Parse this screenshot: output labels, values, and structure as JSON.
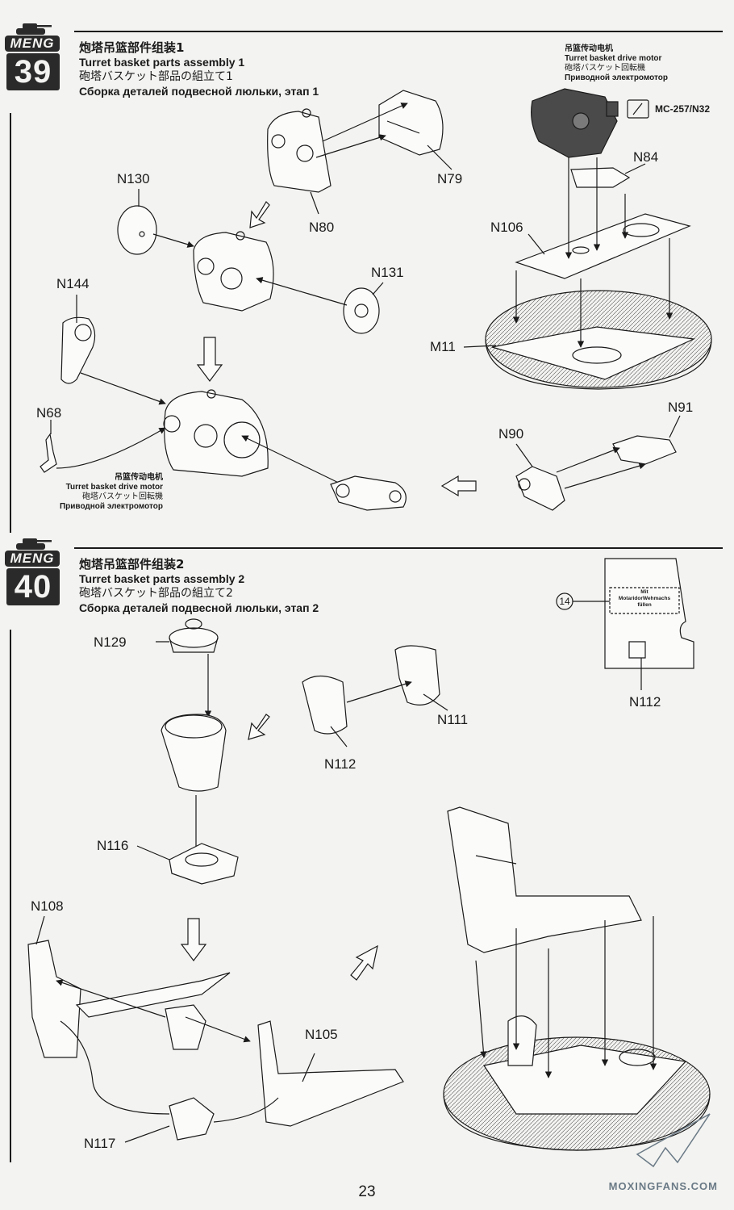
{
  "brand": "MENG",
  "steps": [
    {
      "number": "39",
      "title_zh": "炮塔吊篮部件组装1",
      "title_en": "Turret basket parts assembly 1",
      "title_ja": "砲塔バスケット部品の組立て1",
      "title_ru": "Сборка деталей подвесной люльки, этап 1"
    },
    {
      "number": "40",
      "title_zh": "炮塔吊篮部件组装2",
      "title_en": "Turret basket parts assembly 2",
      "title_ja": "砲塔バスケット部品の組立て2",
      "title_ru": "Сборка деталей подвесной люльки, этап 2"
    }
  ],
  "motor_caption": {
    "zh": "吊篮传动电机",
    "en": "Turret basket drive motor",
    "ja": "砲塔バスケット回転機",
    "ru": "Приводной электромотор"
  },
  "paint_code": "MC-257/N32",
  "part_labels_39": {
    "n130": "N130",
    "n80": "N80",
    "n79": "N79",
    "n84": "N84",
    "n106": "N106",
    "n131": "N131",
    "n144": "N144",
    "m11": "M11",
    "n68": "N68",
    "n90": "N90",
    "n91": "N91"
  },
  "part_labels_40": {
    "n129": "N129",
    "n111": "N111",
    "n112_a": "N112",
    "n112_b": "N112",
    "n116": "N116",
    "n108": "N108",
    "n105": "N105",
    "n117": "N117"
  },
  "decal": {
    "number": "14",
    "text_line1": "Mit",
    "text_line2": "MotaridorWehmachs",
    "text_line3": "füllen"
  },
  "page_number": "23",
  "watermark": "MOXINGFANS.COM",
  "colors": {
    "ink": "#1a1a1a",
    "paper": "#f3f3f1",
    "badge": "#2a2a2a",
    "dark_part": "#4a4a4a"
  }
}
